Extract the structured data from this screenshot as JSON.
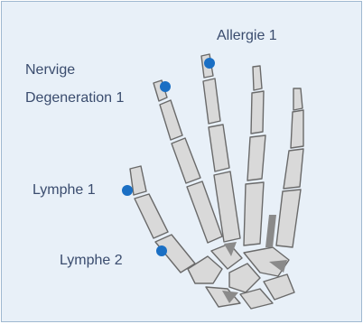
{
  "labels": {
    "allergie_1": "Allergie 1",
    "nervige_line1": "Nervige",
    "nervige_line2": "Degeneration 1",
    "lymphe_1": "Lymphe 1",
    "lymphe_2": "Lymphe 2"
  },
  "colors": {
    "background": "#e8f0f8",
    "border": "#9fb8d0",
    "bone_fill": "#d9d9d9",
    "bone_stroke": "#6a6a6a",
    "bone_shade": "#8a8a8a",
    "marker": "#1a6fc4",
    "label_text": "#3a4c6e"
  },
  "icons": {
    "marker": "blue-dot-marker"
  }
}
